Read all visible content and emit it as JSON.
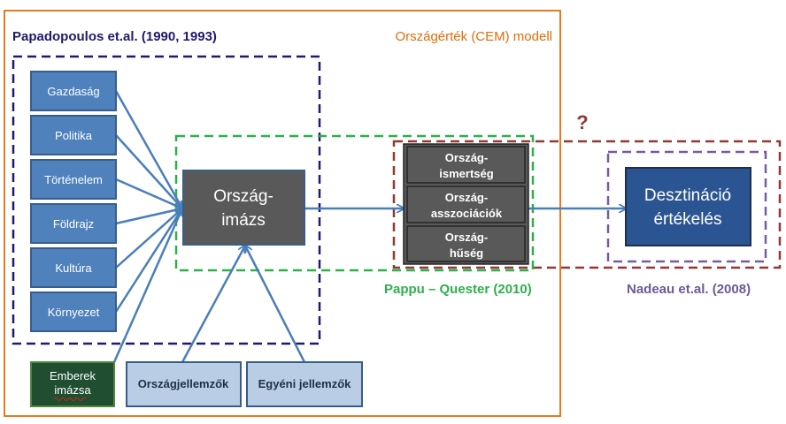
{
  "labels": {
    "papadopoulos": "Papadopoulos et.al. (1990, 1993)",
    "cem_model": "Országérték (CEM) modell",
    "pappu_quester": "Pappu – Quester (2010)",
    "nadeau": "Nadeau et.al. (2008)",
    "question_mark": "?"
  },
  "factors": [
    "Gazdaság",
    "Politika",
    "Történelem",
    "Földrajz",
    "Kultúra",
    "Környezet"
  ],
  "people_image": {
    "line1": "Emberek",
    "line2": "imázsa"
  },
  "bottom_boxes": {
    "country_traits": "Országjellemzők",
    "individual_traits": "Egyéni jellemzők"
  },
  "country_image": {
    "line1": "Ország-",
    "line2": "imázs"
  },
  "equity_stack": [
    {
      "line1": "Ország-",
      "line2": "ismertség"
    },
    {
      "line1": "Ország-",
      "line2": "asszociációk"
    },
    {
      "line1": "Ország-",
      "line2": "hűség"
    }
  ],
  "destination": {
    "line1": "Desztináció",
    "line2": "értékelés"
  },
  "colors": {
    "orange_frame": "#E46C0A",
    "navy_dash": "#1F1A6E",
    "green_dash": "#2DB04B",
    "maroon_dash": "#953735",
    "purple_dash": "#7A5AA0",
    "factor_fill": "#4F81BD",
    "arrow": "#4A7EBB",
    "dark_gray": "#595959",
    "light_blue": "#B9CDE5",
    "people_fill": "#1F4E30",
    "dest_fill": "#2B5592"
  }
}
